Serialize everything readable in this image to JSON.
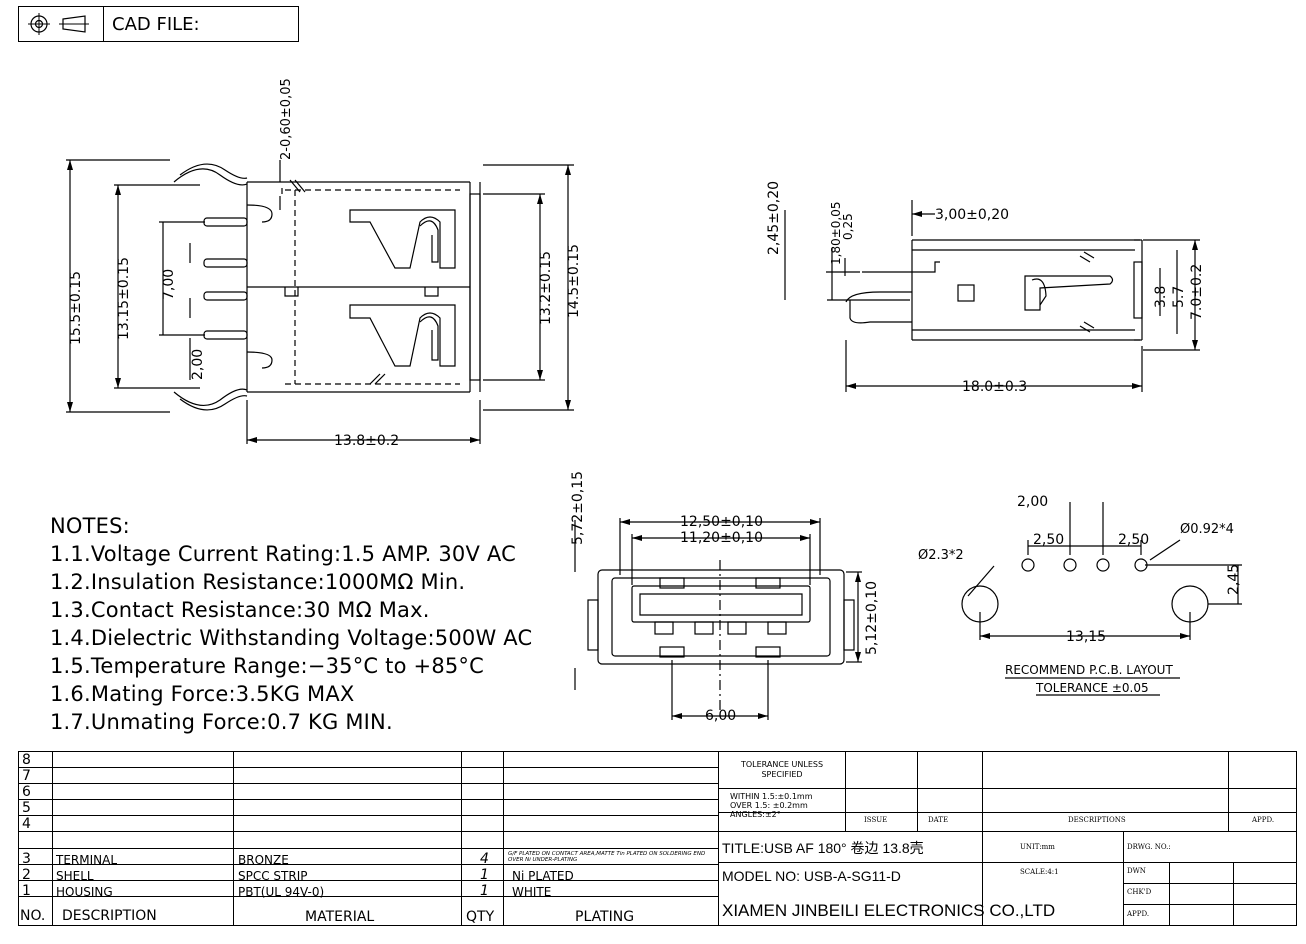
{
  "header": {
    "cad_label": "CAD FILE:"
  },
  "top_view": {
    "dim_pin_thickness": "2-0,60±0,05",
    "dim_height_outer": "15.5±0.15",
    "dim_height_pins": "13.15±0.15",
    "dim_pitch_outer": "7,00",
    "dim_pitch_inner": "2,00",
    "dim_shell_height": "13.2±0.15",
    "dim_total_height": "14.5±0.15",
    "dim_length": "13.8±0.2"
  },
  "side_view": {
    "dim_a": "2,45±0,20",
    "dim_b": "1,80±0,05",
    "dim_c": "0,25",
    "dim_d": "3,00±0,20",
    "dim_e": "3.8",
    "dim_f": "5.7",
    "dim_g": "7.0±0.2",
    "dim_length": "18.0±0.3"
  },
  "front_view": {
    "dim_height": "5,72±0,15",
    "dim_width_outer": "12,50±0,10",
    "dim_width_inner": "11,20±0,10",
    "dim_opening": "5,12±0,10",
    "dim_center": "6,00"
  },
  "pcb_layout": {
    "dim_pitch_a": "2,00",
    "dim_pitch_b": "2,50",
    "dim_pitch_c": "2,50",
    "dim_hole_small": "Ø0.92*4",
    "dim_hole_large": "Ø2.3*2",
    "dim_offset": "2,45",
    "dim_span": "13,15",
    "caption_1": "RECOMMEND P.C.B. LAYOUT",
    "caption_2": "TOLERANCE ±0.05"
  },
  "notes": {
    "heading": "NOTES:",
    "items": [
      "1.1.Voltage Current Rating:1.5 AMP. 30V AC",
      "1.2.Insulation Resistance:1000MΩ Min.",
      "1.3.Contact Resistance:30 MΩ Max.",
      "1.4.Dielectric Withstanding Voltage:500W AC",
      "1.5.Temperature Range:−35°C to +85°C",
      "1.6.Mating Force:3.5KG MAX",
      "1.7.Unmating Force:0.7 KG MIN."
    ]
  },
  "bom": {
    "row_numbers": [
      "8",
      "7",
      "6",
      "5",
      "4"
    ],
    "parts": [
      {
        "no": "3",
        "description": "TERMINAL",
        "material": "BRONZE",
        "qty": "4",
        "plating": "G/F PLATED ON CONTACT AREA,MATTE Tin PLATED ON SOLDERING END OVER Ni UNDER-PLATING"
      },
      {
        "no": "2",
        "description": "SHELL",
        "material": "SPCC STRIP",
        "qty": "1",
        "plating": "Ni PLATED"
      },
      {
        "no": "1",
        "description": "HOUSING",
        "material": "PBT(UL 94V-0)",
        "qty": "1",
        "plating": "WHITE"
      }
    ],
    "header": {
      "no": "NO.",
      "description": "DESCRIPTION",
      "material": "MATERIAL",
      "qty": "QTY",
      "plating": "PLATING"
    }
  },
  "title_block": {
    "tolerance_title": "TOLERANCE UNLESS SPECIFIED",
    "tolerance_1": "WITHIN 1.5:±0.1mm",
    "tolerance_2": "OVER 1.5: ±0.2mm",
    "tolerance_3": "ANGLES:±2°",
    "col_issue": "ISSUE",
    "col_date": "DATE",
    "col_descriptions": "DESCRIPTIONS",
    "col_appd": "APPD.",
    "title": "TITLE:USB AF 180° 卷边 13.8壳",
    "model": "MODEL NO: USB-A-SG11-D",
    "company": "XIAMEN JINBEILI ELECTRONICS CO.,LTD",
    "unit": "UNIT:mm",
    "scale": "SCALE:4:1",
    "drwg_no": "DRWG. NO.:",
    "dwn": "DWN",
    "chkd": "CHK'D",
    "appd": "APPD."
  }
}
